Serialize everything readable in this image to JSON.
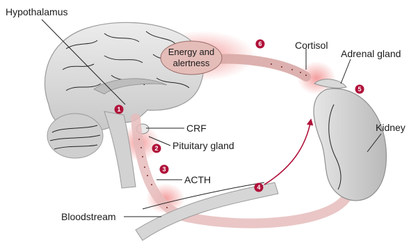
{
  "labels": {
    "hypothalamus": "Hypothalamus",
    "crf": "CRF",
    "pituitary": "Pituitary gland",
    "acth": "ACTH",
    "bloodstream": "Bloodstream",
    "cortisol": "Cortisol",
    "adrenal": "Adrenal gland",
    "kidney": "Kidney",
    "energy_line1": "Energy and",
    "energy_line2": "alertness"
  },
  "steps": [
    "1",
    "2",
    "3",
    "4",
    "5",
    "6"
  ],
  "colors": {
    "step_marker": "#b0123a",
    "pathway": "#d9a3a0",
    "glow": "#f2a6a6",
    "brain": "#d9d9d9",
    "vessel": "#cfcfcf"
  }
}
